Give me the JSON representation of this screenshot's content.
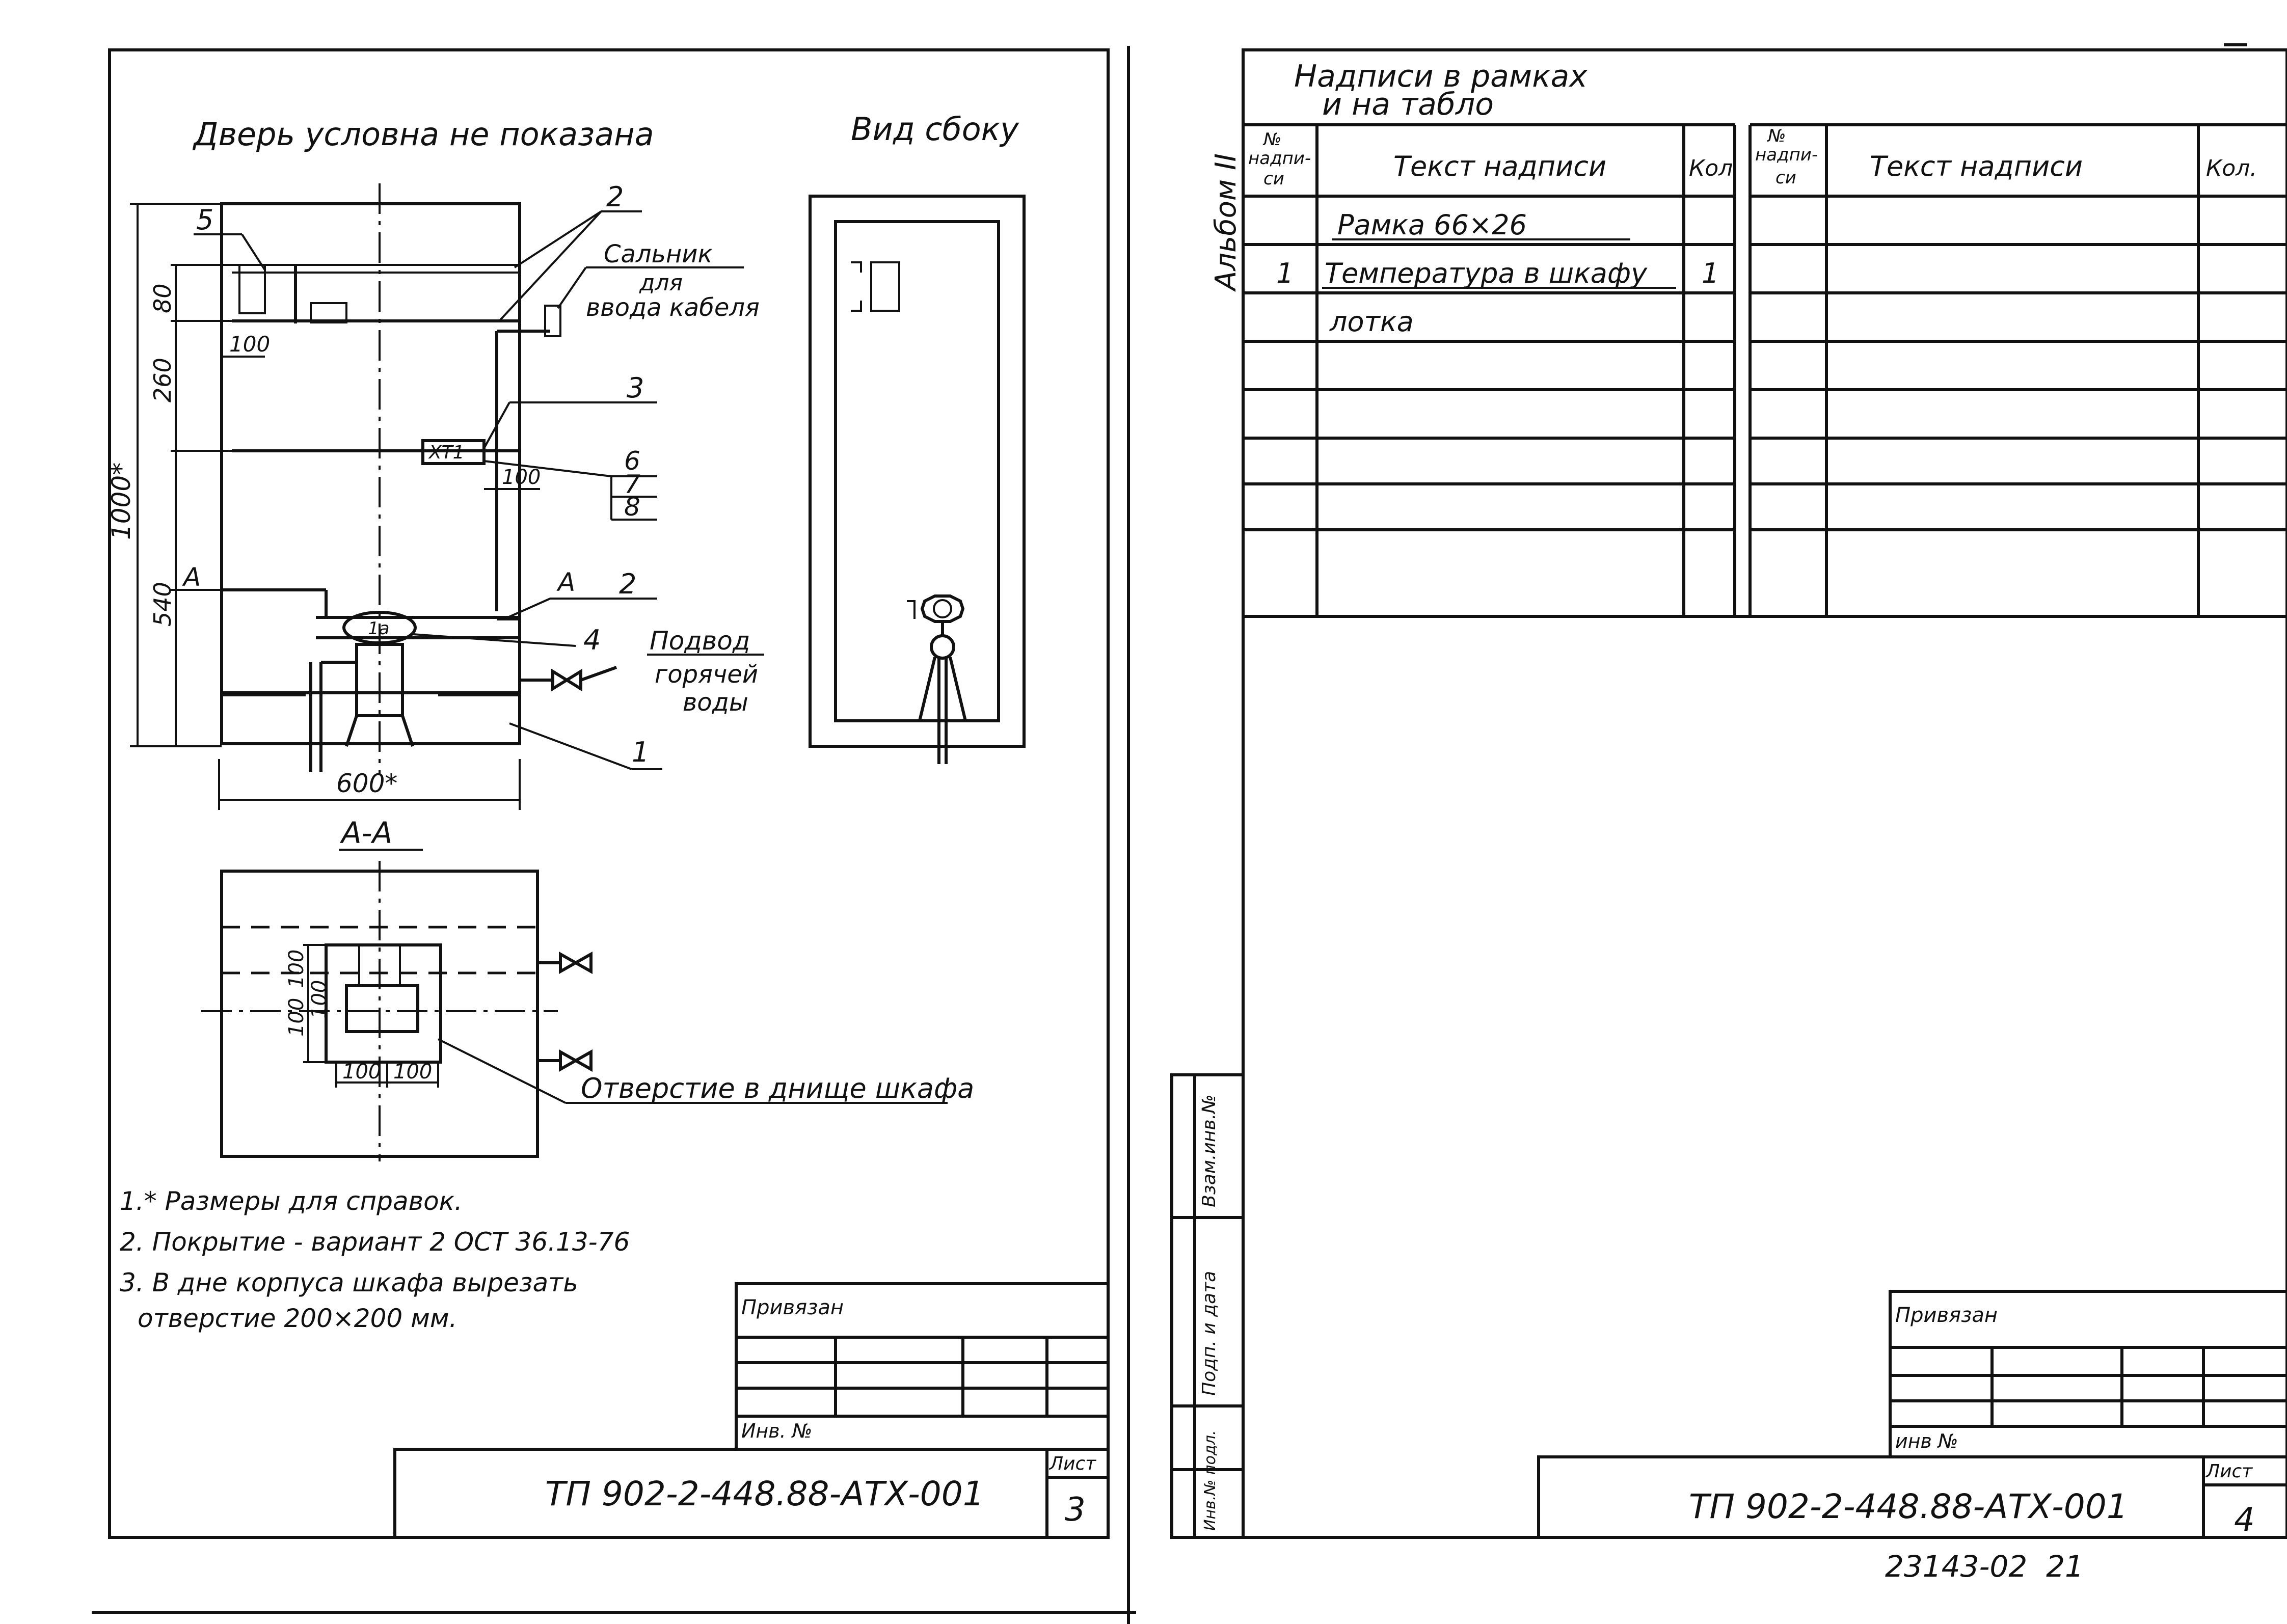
{
  "left_sheet": {
    "door_note": "Дверь условна не показана",
    "side_view_title": "Вид сбоку",
    "section_title": "А-А",
    "callouts": {
      "n5": "5",
      "n2a": "2",
      "n3": "3",
      "n6": "6",
      "n7": "7",
      "n8": "8",
      "n2b": "2",
      "n4": "4",
      "n1": "1",
      "secA_left": "А",
      "secA_right": "А",
      "gland_line1": "Сальник",
      "gland_line2": "для",
      "gland_line3": "ввода кабеля",
      "supply_line1": "Подвод",
      "supply_line2": "горячей",
      "supply_line3": "воды",
      "terminal": "ХТ1",
      "device": "1а",
      "hole_label": "Отверстие в днище шкафа"
    },
    "dimensions": {
      "d80": "80",
      "d260": "260",
      "d540": "540",
      "d1000": "1000*",
      "d100_top": "100",
      "d100_mid": "100",
      "d600": "600*",
      "sec_v1": "100",
      "sec_v2": "100",
      "sec_v3": "100",
      "sec_h1": "100",
      "sec_h2": "100"
    },
    "notes": [
      "1.* Размеры для справок.",
      "2. Покрытие - вариант 2 ОСТ 36.13-76",
      "3. В дне корпуса шкафа вырезать",
      "отверстие 200×200 мм."
    ],
    "title_block": {
      "privyazan": "Привязан",
      "inv": "Инв. №",
      "doc_code": "ТП 902-2-448.88-АТХ-001",
      "sheet_label": "Лист",
      "sheet_no": "3"
    }
  },
  "right_sheet": {
    "album": "Альбом II",
    "heading_line1": "Надписи в рамках",
    "heading_line2": "и на табло",
    "columns": {
      "num_line1": "№",
      "num_line2": "надпи-",
      "num_line3": "си",
      "text": "Текст надписи",
      "qty_left": "Кол",
      "qty_right": "Кол."
    },
    "rows": [
      {
        "num": "",
        "text": "Рамка 66×26",
        "qty": ""
      },
      {
        "num": "1",
        "text": "Температура в шкафу",
        "qty": "1"
      },
      {
        "num": "",
        "text": "лотка",
        "qty": ""
      }
    ],
    "side_stamp": {
      "c1": "Взам.инв.№",
      "c2": "Подп. и дата",
      "c3": "Инв.№ подл."
    },
    "title_block": {
      "privyazan": "Привязан",
      "inv": "инв №",
      "doc_code": "ТП 902-2-448.88-АТХ-001",
      "sheet_label": "Лист",
      "sheet_no": "4"
    },
    "stamp_number": "23143-02  21"
  }
}
